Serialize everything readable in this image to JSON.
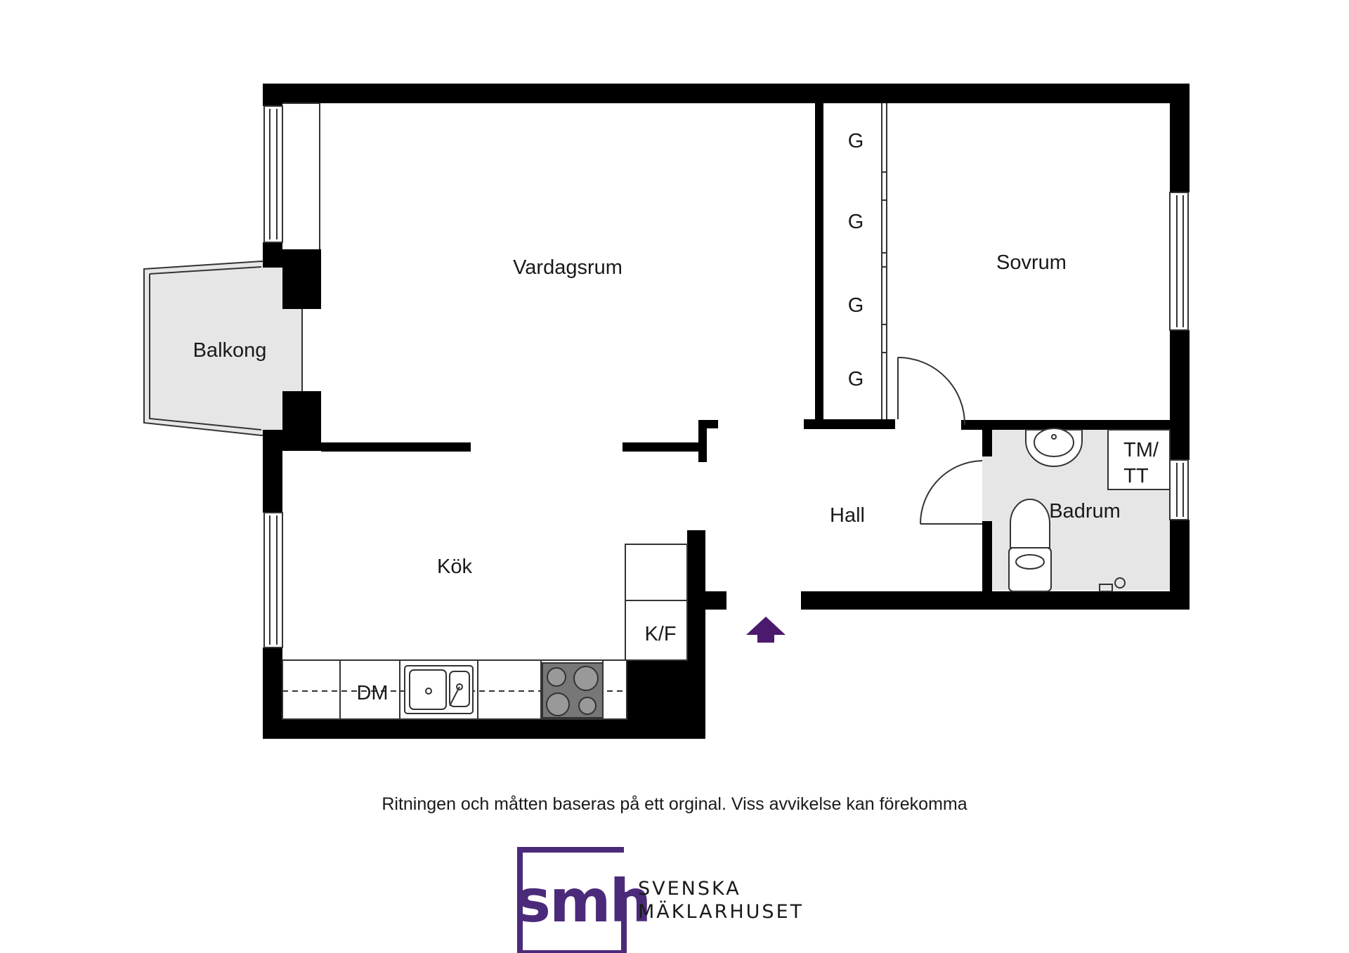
{
  "rooms": {
    "vardagsrum": "Vardagsrum",
    "sovrum": "Sovrum",
    "balkong": "Balkong",
    "kok": "Kök",
    "hall": "Hall",
    "badrum": "Badrum"
  },
  "closets": [
    "G",
    "G",
    "G",
    "G"
  ],
  "appliances": {
    "laundry_line1": "TM/",
    "laundry_line2": "TT",
    "fridge_freezer": "K/F",
    "dishwasher": "DM"
  },
  "disclaimer": "Ritningen och måtten baseras på ett orginal. Viss avvikelse kan förekomma",
  "brand": {
    "mark": "smh",
    "line1": "SVENSKA",
    "line2": "MÄKLARHUSET"
  },
  "colors": {
    "wall": "#000000",
    "wet_room": "#e6e6e6",
    "balcony": "#e6e6e6",
    "stove": "#777777",
    "brand_purple": "#4b2a7a",
    "entrance_arrow": "#4b1a6e"
  },
  "icons": {
    "entrance": "entrance-arrow-icon",
    "sink": "sink-icon",
    "toilet": "toilet-icon",
    "stove": "stove-icon",
    "washbasin": "washbasin-icon"
  }
}
